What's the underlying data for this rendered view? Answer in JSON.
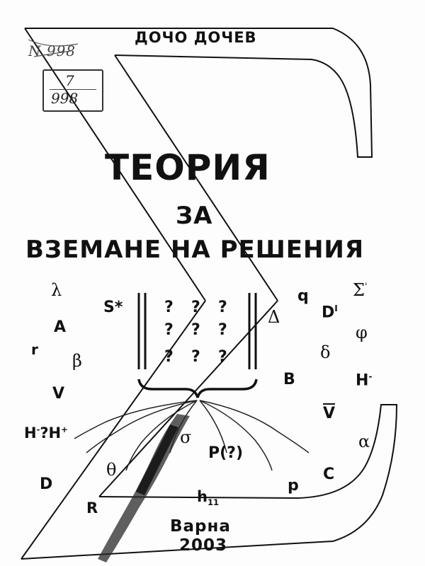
{
  "cover": {
    "author": "ДОЧО ДОЧЕВ",
    "title": "ТЕОРИЯ",
    "subtitle_line1": "ЗА",
    "subtitle_line2": "ВЗЕМАНЕ НА РЕШЕНИЯ",
    "city": "Варна",
    "year": "2003"
  },
  "library_stamp": {
    "top_mark": "N 998",
    "line1": "7",
    "line2": "998"
  },
  "symbols": {
    "lambda": "λ",
    "A": "A",
    "r": "r",
    "beta": "β",
    "V": "V",
    "H_pair": "H",
    "H_pair_sup1": "-",
    "H_pair_mid": "?H",
    "H_pair_sup2": "+",
    "D": "D",
    "R": "R",
    "theta": "θ",
    "sigma": "σ",
    "S_star": "S*",
    "q_marks": [
      "?",
      "?",
      "?",
      "?",
      "?",
      "?",
      "?",
      "?",
      "?"
    ],
    "P": "P(?)",
    "h": "h",
    "h_sub": "11",
    "p": "p",
    "C": "C",
    "alpha": "α",
    "V_bar": "V",
    "H_minus": "H",
    "H_minus_sup": "-",
    "B": "B",
    "delta": "δ",
    "phi": "φ",
    "Delta": "Δ",
    "q": "q",
    "D_prime": "D",
    "D_prime_sup": "I",
    "Sigma": "Σ",
    "Sigma_sup": "'"
  }
}
